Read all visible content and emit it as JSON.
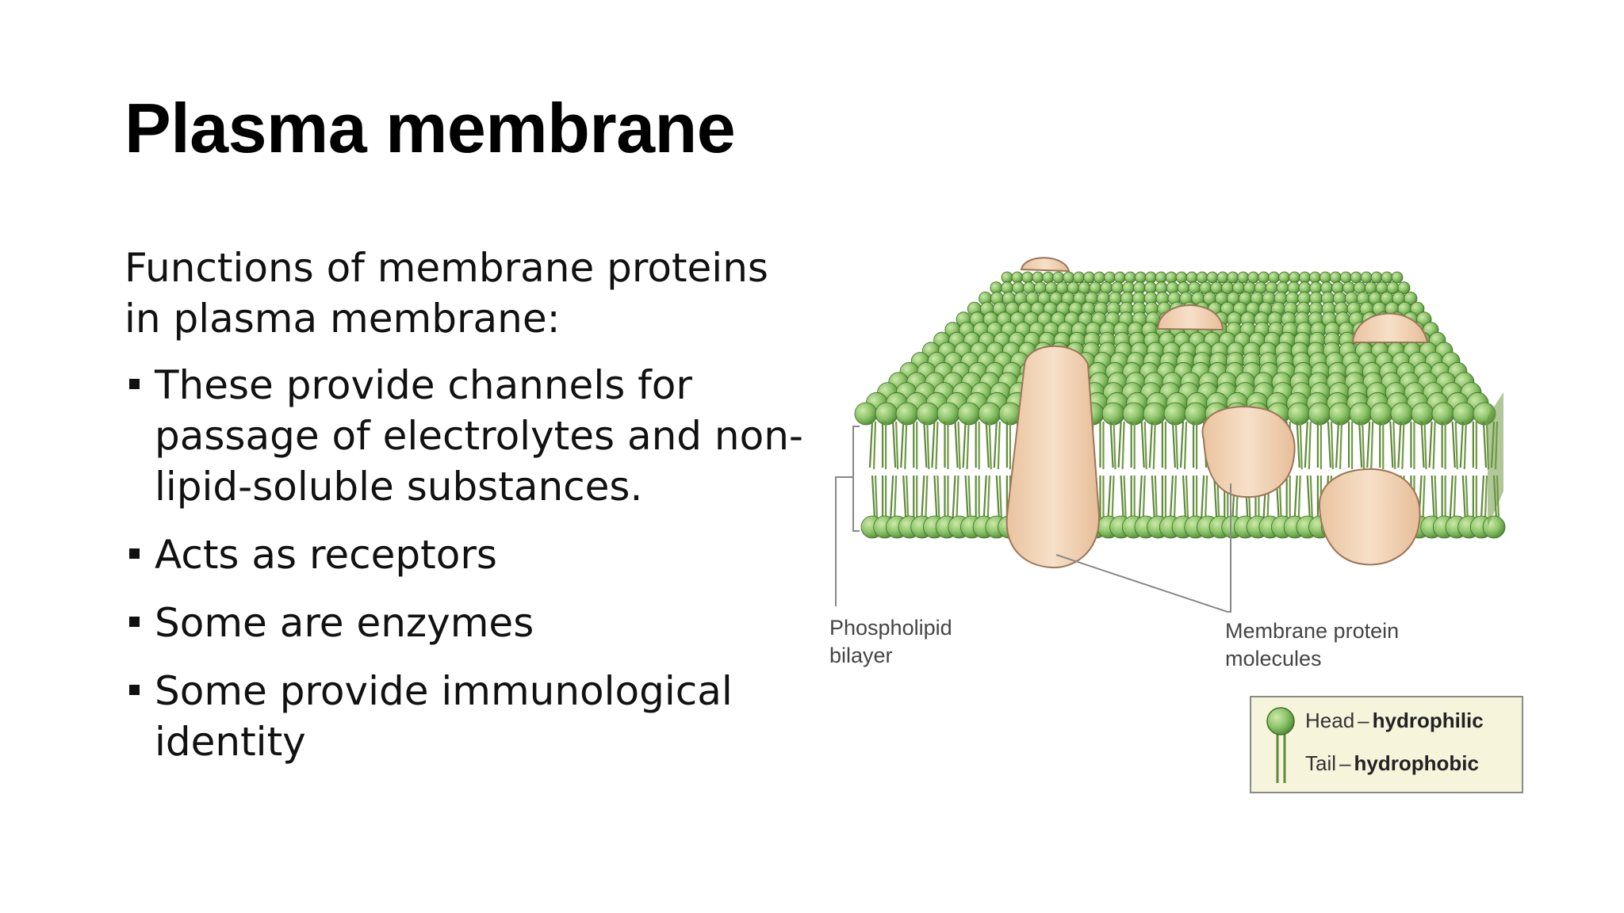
{
  "slide": {
    "title": "Plasma membrane",
    "intro": "Functions of membrane proteins in plasma membrane:",
    "bullets": [
      "These provide channels for passage of electrolytes and non-lipid-soluble substances.",
      "Acts as receptors",
      "Some are enzymes",
      "Some provide immunological identity"
    ]
  },
  "figure": {
    "labels": {
      "phospholipid": "Phospholipid\nbilayer",
      "protein": "Membrane protein\nmolecules"
    },
    "legend": {
      "head_label": "Head",
      "head_value": "hydrophilic",
      "tail_label": "Tail",
      "tail_value": "hydrophobic",
      "dash": "–"
    },
    "icons": [
      "phospholipid-icon"
    ],
    "colors": {
      "lipid_head": "#8cc46a",
      "lipid_tail": "#5f8a3a",
      "protein": "#f2d3b5",
      "legend_bg": "#f7f4dc"
    }
  }
}
